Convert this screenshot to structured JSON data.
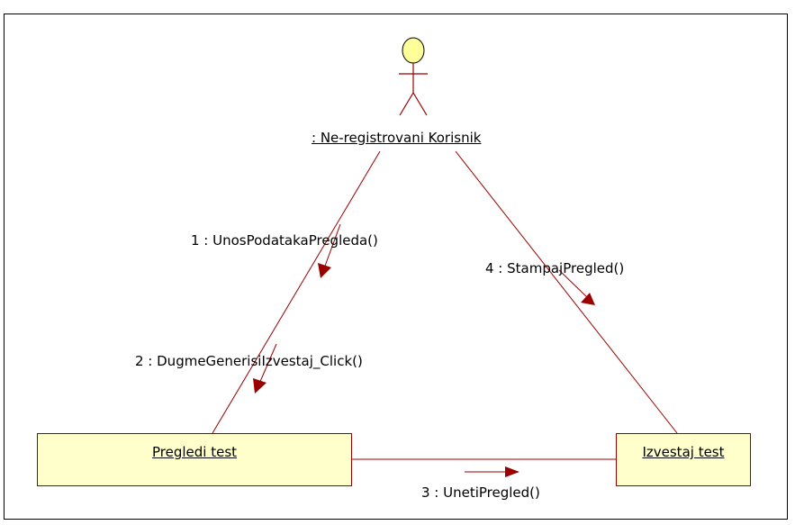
{
  "diagram": {
    "actor": {
      "icon": "stick-figure-actor-icon",
      "label": ": Ne-registrovani Korisnik"
    },
    "objects": [
      {
        "id": "pregledi",
        "label": "Pregledi test"
      },
      {
        "id": "izvestaj",
        "label": "Izvestaj test"
      }
    ],
    "messages": [
      {
        "label": "1 : UnosPodatakaPregleda()"
      },
      {
        "label": "2 : DugmeGenerisiIzvestaj_Click()"
      },
      {
        "label": "3 : UnetiPregled()"
      },
      {
        "label": "4 : StampajPregled()"
      }
    ],
    "colors": {
      "frame": "#000000",
      "link": "#990000",
      "arrow": "#990000",
      "object_fill": "#ffffcc",
      "actor_head": "#ffff99"
    }
  }
}
